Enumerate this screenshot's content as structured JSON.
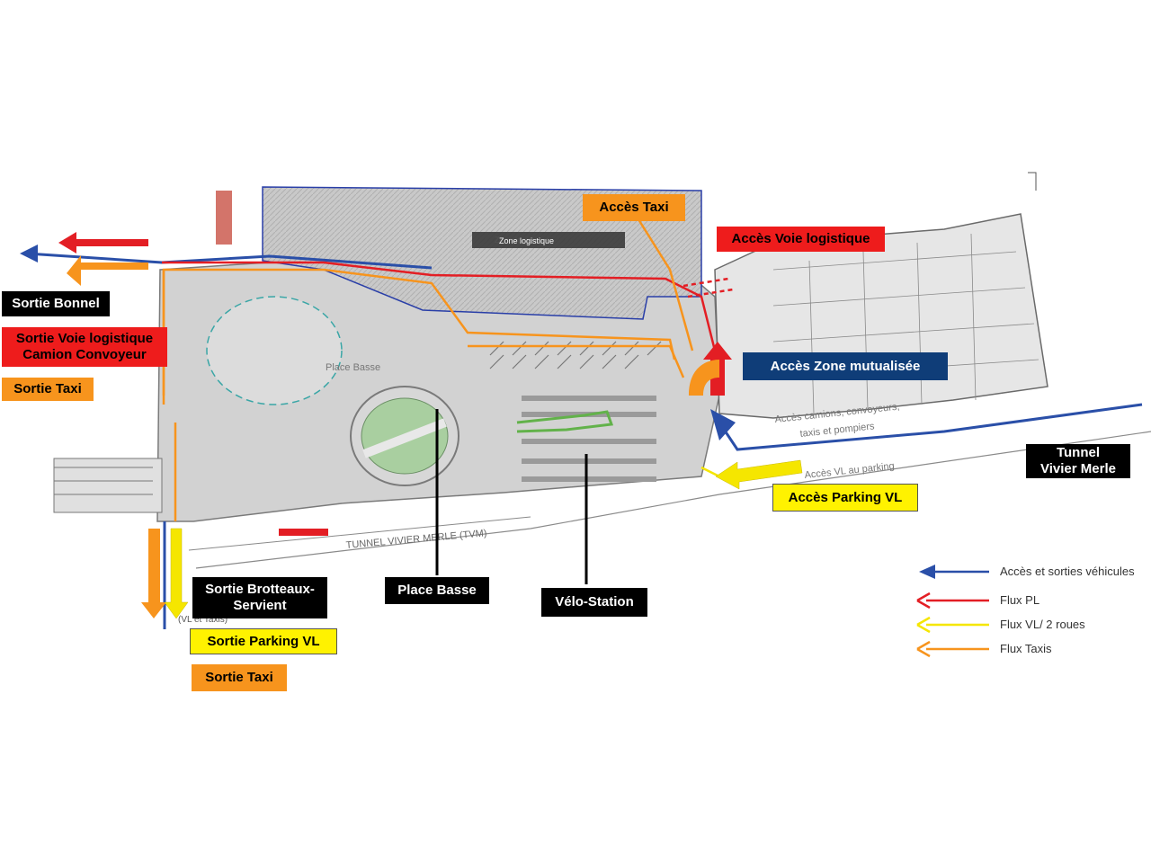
{
  "labels": {
    "sortie_bonnel": "Sortie Bonnel",
    "sortie_voie_logistique": "Sortie Voie logistique\nCamion Convoyeur",
    "sortie_taxi_left": "Sortie Taxi",
    "acces_taxi": "Accès Taxi",
    "acces_voie_logistique": "Accès Voie logistique",
    "acces_zone_mutualisee": "Accès Zone mutualisée",
    "tunnel_vivier_merle": "Tunnel\nVivier Merle",
    "acces_parking_vl": "Accès Parking VL",
    "sortie_brotteaux": "Sortie Brotteaux-\nServient",
    "place_basse": "Place Basse",
    "velo_station": "Vélo-Station",
    "sortie_parking_vl": "Sortie Parking VL",
    "sortie_taxi_bottom": "Sortie Taxi"
  },
  "map_text": {
    "zone_logistique": "Zone logistique",
    "place_basse_plan": "Place Basse",
    "tunnel_plan": "TUNNEL VIVIER MERLE (TVM)",
    "acces_camions": "Accès camions, convoyeurs,\ntaxis et pompiers",
    "acces_vl_parking": "Accès VL au parking",
    "vl_taxis": "(VL et Taxis)"
  },
  "legend": [
    {
      "label": "Accès et sorties véhicules",
      "color": "#2a4fa8"
    },
    {
      "label": "Flux PL",
      "color": "#e31e24"
    },
    {
      "label": "Flux VL/ 2 roues",
      "color": "#f5e600"
    },
    {
      "label": "Flux Taxis",
      "color": "#f7941d"
    }
  ],
  "colors": {
    "acces_sorties": "#2a4fa8",
    "flux_pl": "#e31e24",
    "flux_vl": "#f5e600",
    "flux_taxis": "#f7941d",
    "building": "#d0d0d0"
  }
}
